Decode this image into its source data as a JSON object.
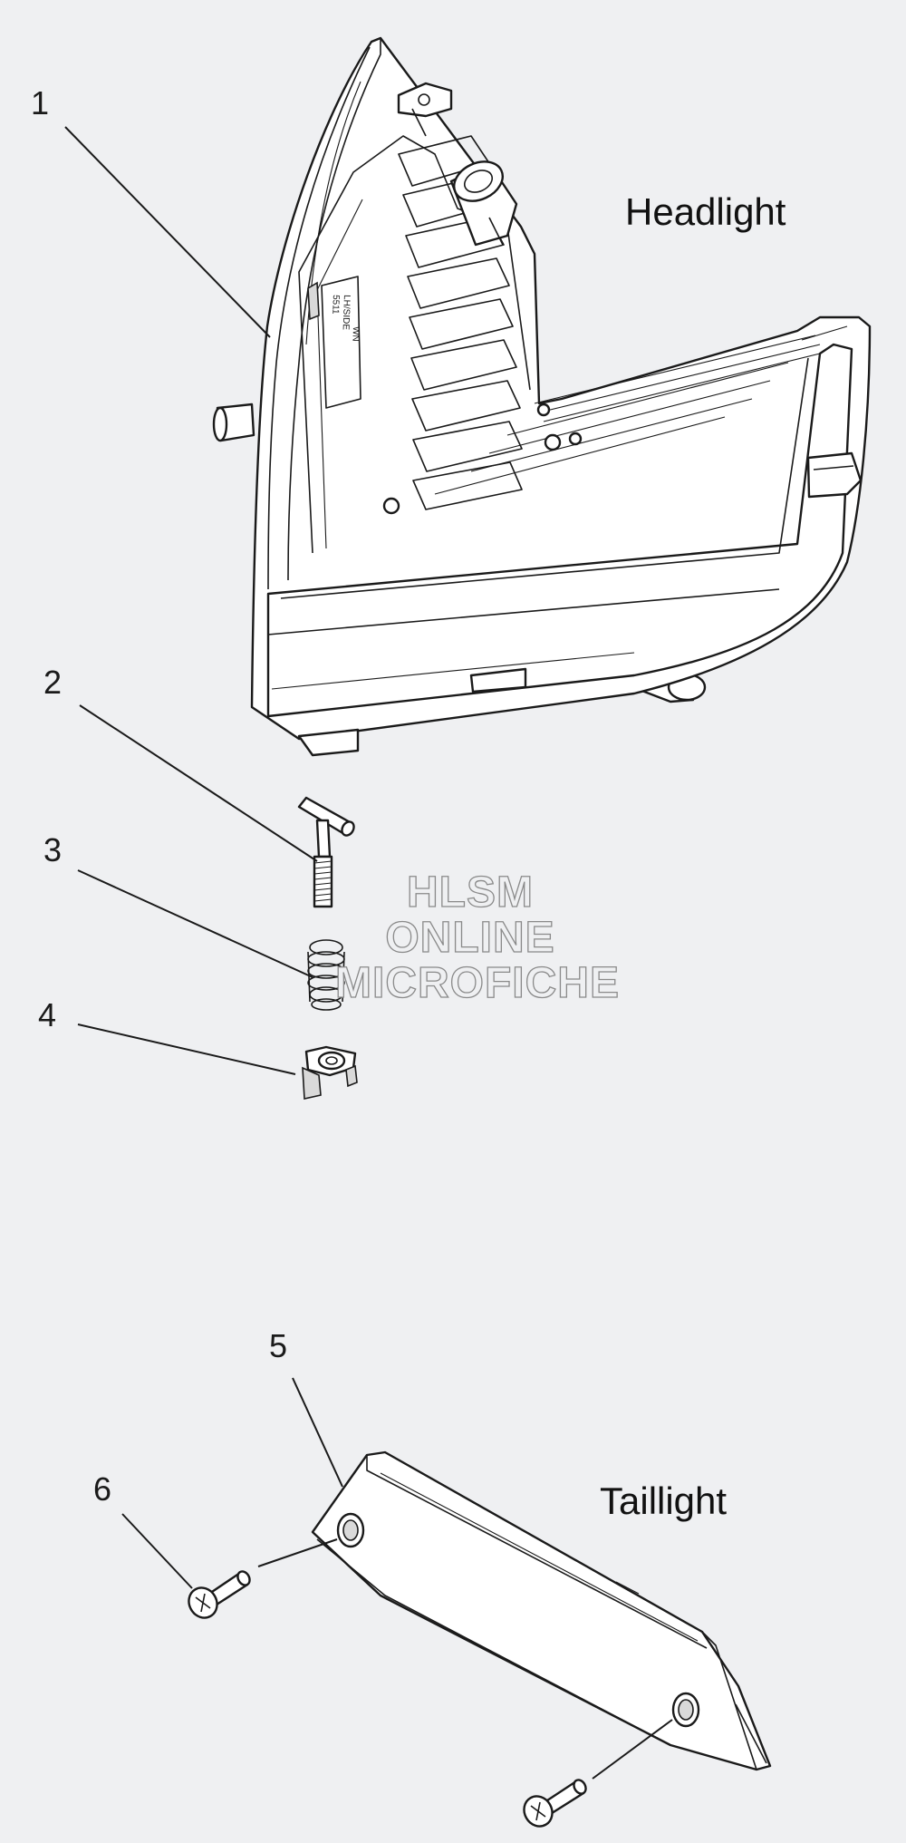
{
  "diagram": {
    "section_labels": {
      "headlight": "Headlight",
      "taillight": "Taillight"
    },
    "callouts": [
      "1",
      "2",
      "3",
      "4",
      "5",
      "6"
    ],
    "watermark": [
      "HLSM",
      "ONLINE",
      "MICROFICHE"
    ],
    "headlight_label_text": [
      "5511",
      "LH/SIDE",
      "WN"
    ],
    "colors": {
      "background": "#eff0f2",
      "line": "#1a1a1a",
      "watermark_outline": "#8a8a8a"
    }
  }
}
